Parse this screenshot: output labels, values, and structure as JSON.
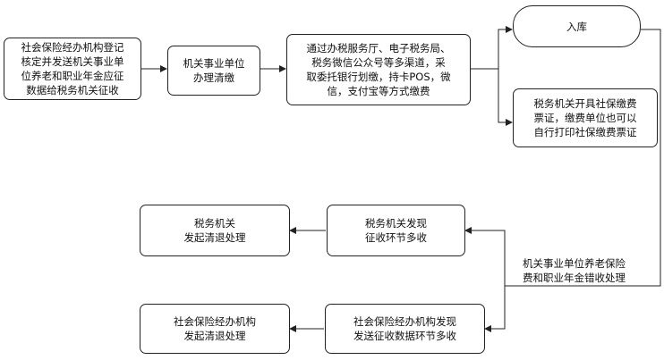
{
  "nodes": {
    "n1": "社会保险经办机构登记\n核定并发送机关事业单\n位养老和职业年金应征\n数据给税务机关征收",
    "n2": "机关事业单位\n办理清缴",
    "n3": "通过办税服务厅、电子税务局、\n税务微信公众号等多渠道，采\n取委托银行划缴，持卡POS，微\n信，支付宝等方式缴费",
    "n4": "入库",
    "n5": "税务机关开具社保缴费\n票证，缴费单位也可以\n自行打印社保缴费票证",
    "n6": "税务机关发现\n征收环节多收",
    "n7": "税务机关\n发起清退处理",
    "n8": "社会保险经办机构发现\n发送征收数据环节多收",
    "n9": "社会保险经办机构\n发起清退处理"
  },
  "edge_label": "机关事业单位养老保险\n费和职业年金错收处理"
}
